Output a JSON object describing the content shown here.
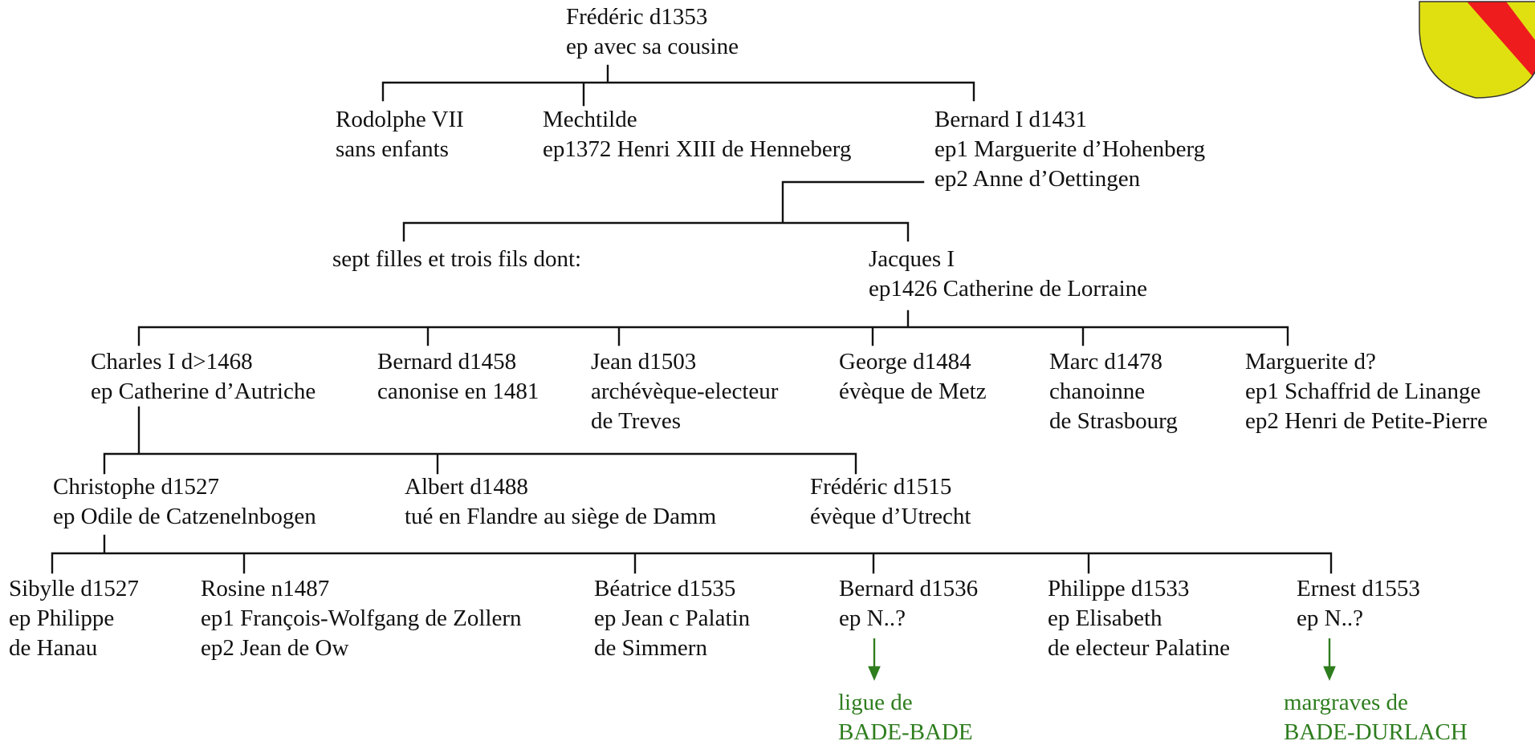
{
  "colors": {
    "text": "#111111",
    "link": "#2e7d1e",
    "shield_yellow": "#e0e010",
    "shield_red": "#ee1c1c"
  },
  "icons": {
    "coat_of_arms": "shield-icon"
  },
  "people": {
    "frederic1353": {
      "l1": "Frédéric d1353",
      "l2": "ep avec sa cousine"
    },
    "rodolphe": {
      "l1": "Rodolphe VII",
      "l2": "sans enfants"
    },
    "mechtilde": {
      "l1": "Mechtilde",
      "l2": "ep1372 Henri XIII de Henneberg"
    },
    "bernard1431": {
      "l1": "Bernard I d1431",
      "l2": "ep1 Marguerite d’Hohenberg",
      "l3": "ep2 Anne d’Oettingen"
    },
    "sept_filles": {
      "l1": "sept filles et trois fils dont:"
    },
    "jacques": {
      "l1": "Jacques I",
      "l2": "ep1426 Catherine de Lorraine"
    },
    "charles": {
      "l1": "Charles I d>1468",
      "l2": "ep Catherine d’Autriche"
    },
    "bernard1458": {
      "l1": "Bernard d1458",
      "l2": "canonise en 1481"
    },
    "jean1503": {
      "l1": "Jean d1503",
      "l2": "archévèque-electeur",
      "l3": "de Treves"
    },
    "george": {
      "l1": "George d1484",
      "l2": "évèque de Metz"
    },
    "marc": {
      "l1": "Marc d1478",
      "l2": "chanoinne",
      "l3": "de Strasbourg"
    },
    "marguerite": {
      "l1": "Marguerite d?",
      "l2": "ep1 Schaffrid de Linange",
      "l3": "ep2 Henri de Petite-Pierre"
    },
    "christophe": {
      "l1": "Christophe d1527",
      "l2": "ep Odile de Catzenelnbogen"
    },
    "albert": {
      "l1": "Albert d1488",
      "l2": "tué en Flandre au siège de Damm"
    },
    "frederic1515": {
      "l1": "Frédéric d1515",
      "l2": "évèque d’Utrecht"
    },
    "sibylle": {
      "l1": "Sibylle d1527",
      "l2": "ep Philippe",
      "l3": "de Hanau"
    },
    "rosine": {
      "l1": "Rosine n1487",
      "l2": "ep1 François-Wolfgang de Zollern",
      "l3": "ep2 Jean de Ow"
    },
    "beatrice": {
      "l1": "Béatrice d1535",
      "l2": "ep Jean c Palatin",
      "l3": "de Simmern"
    },
    "bernard1536": {
      "l1": "Bernard d1536",
      "l2": "ep N..?"
    },
    "philippe": {
      "l1": "Philippe d1533",
      "l2": "ep Elisabeth",
      "l3": "de electeur Palatine"
    },
    "ernest": {
      "l1": "Ernest d1553",
      "l2": "ep N..?"
    }
  },
  "lines_out": {
    "bade_bade": {
      "l1": "ligue de",
      "l2": "BADE-BADE"
    },
    "bade_durlach": {
      "l1": "margraves de",
      "l2": "BADE-DURLACH"
    }
  }
}
